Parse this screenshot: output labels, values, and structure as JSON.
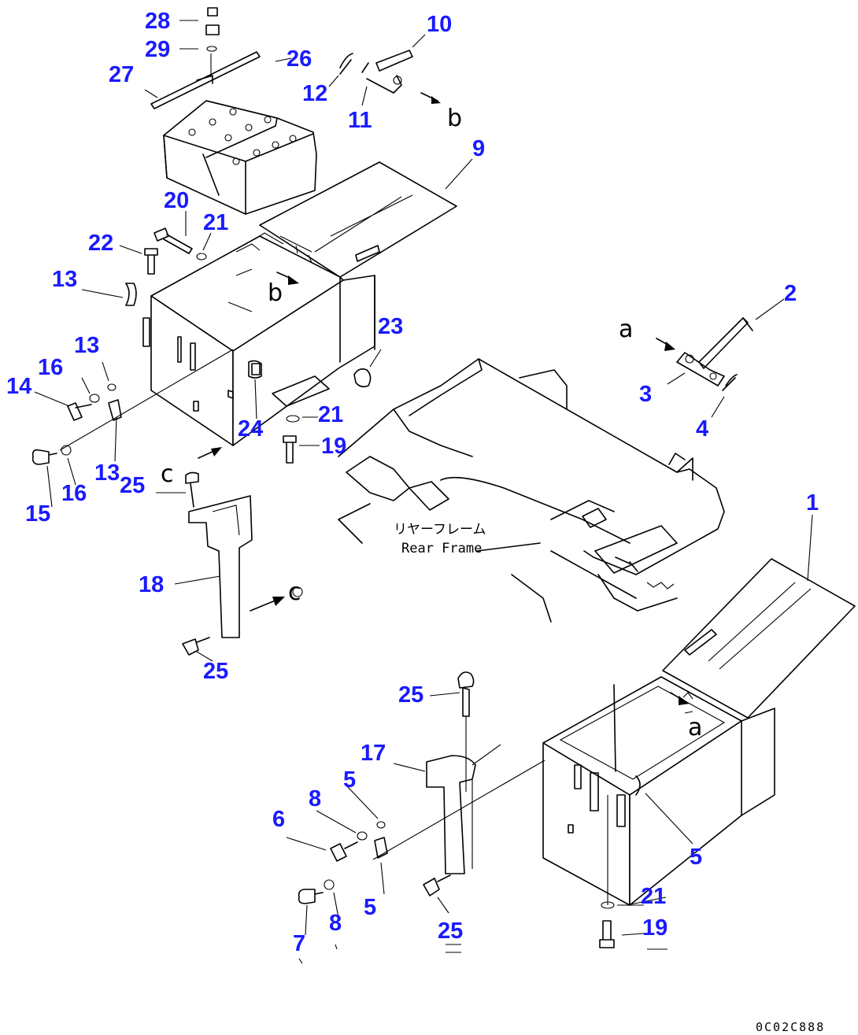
{
  "frame_label_jp": "リヤーフレーム",
  "frame_label_en": "Rear Frame",
  "drawing_code": "0C02C888",
  "callouts": [
    {
      "id": "c28",
      "text": "28"
    },
    {
      "id": "c29",
      "text": "29"
    },
    {
      "id": "c27",
      "text": "27"
    },
    {
      "id": "c26",
      "text": "26"
    },
    {
      "id": "c10",
      "text": "10"
    },
    {
      "id": "c12",
      "text": "12"
    },
    {
      "id": "c11",
      "text": "11"
    },
    {
      "id": "c9",
      "text": "9"
    },
    {
      "id": "c20",
      "text": "20"
    },
    {
      "id": "c21a",
      "text": "21"
    },
    {
      "id": "c22",
      "text": "22"
    },
    {
      "id": "c13a",
      "text": "13"
    },
    {
      "id": "c2",
      "text": "2"
    },
    {
      "id": "c23",
      "text": "23"
    },
    {
      "id": "c13b",
      "text": "13"
    },
    {
      "id": "c16a",
      "text": "16"
    },
    {
      "id": "c14",
      "text": "14"
    },
    {
      "id": "c3",
      "text": "3"
    },
    {
      "id": "c4",
      "text": "4"
    },
    {
      "id": "c24",
      "text": "24"
    },
    {
      "id": "c21b",
      "text": "21"
    },
    {
      "id": "c19a",
      "text": "19"
    },
    {
      "id": "c13c",
      "text": "13"
    },
    {
      "id": "c25a",
      "text": "25"
    },
    {
      "id": "c15",
      "text": "15"
    },
    {
      "id": "c16b",
      "text": "16"
    },
    {
      "id": "c1",
      "text": "1"
    },
    {
      "id": "c18",
      "text": "18"
    },
    {
      "id": "c25b",
      "text": "25"
    },
    {
      "id": "c25c",
      "text": "25"
    },
    {
      "id": "c17",
      "text": "17"
    },
    {
      "id": "c5a",
      "text": "5"
    },
    {
      "id": "c8a",
      "text": "8"
    },
    {
      "id": "c6",
      "text": "6"
    },
    {
      "id": "c5b",
      "text": "5"
    },
    {
      "id": "c21c",
      "text": "21"
    },
    {
      "id": "c19b",
      "text": "19"
    },
    {
      "id": "c7",
      "text": "7"
    },
    {
      "id": "c8b",
      "text": "8"
    },
    {
      "id": "c5c",
      "text": "5"
    },
    {
      "id": "c25d",
      "text": "25"
    }
  ],
  "references": [
    {
      "id": "rb1",
      "text": "b"
    },
    {
      "id": "rb2",
      "text": "b"
    },
    {
      "id": "ra1",
      "text": "a"
    },
    {
      "id": "ra2",
      "text": "a"
    },
    {
      "id": "rc1",
      "text": "c"
    },
    {
      "id": "rc2",
      "text": "c"
    }
  ]
}
